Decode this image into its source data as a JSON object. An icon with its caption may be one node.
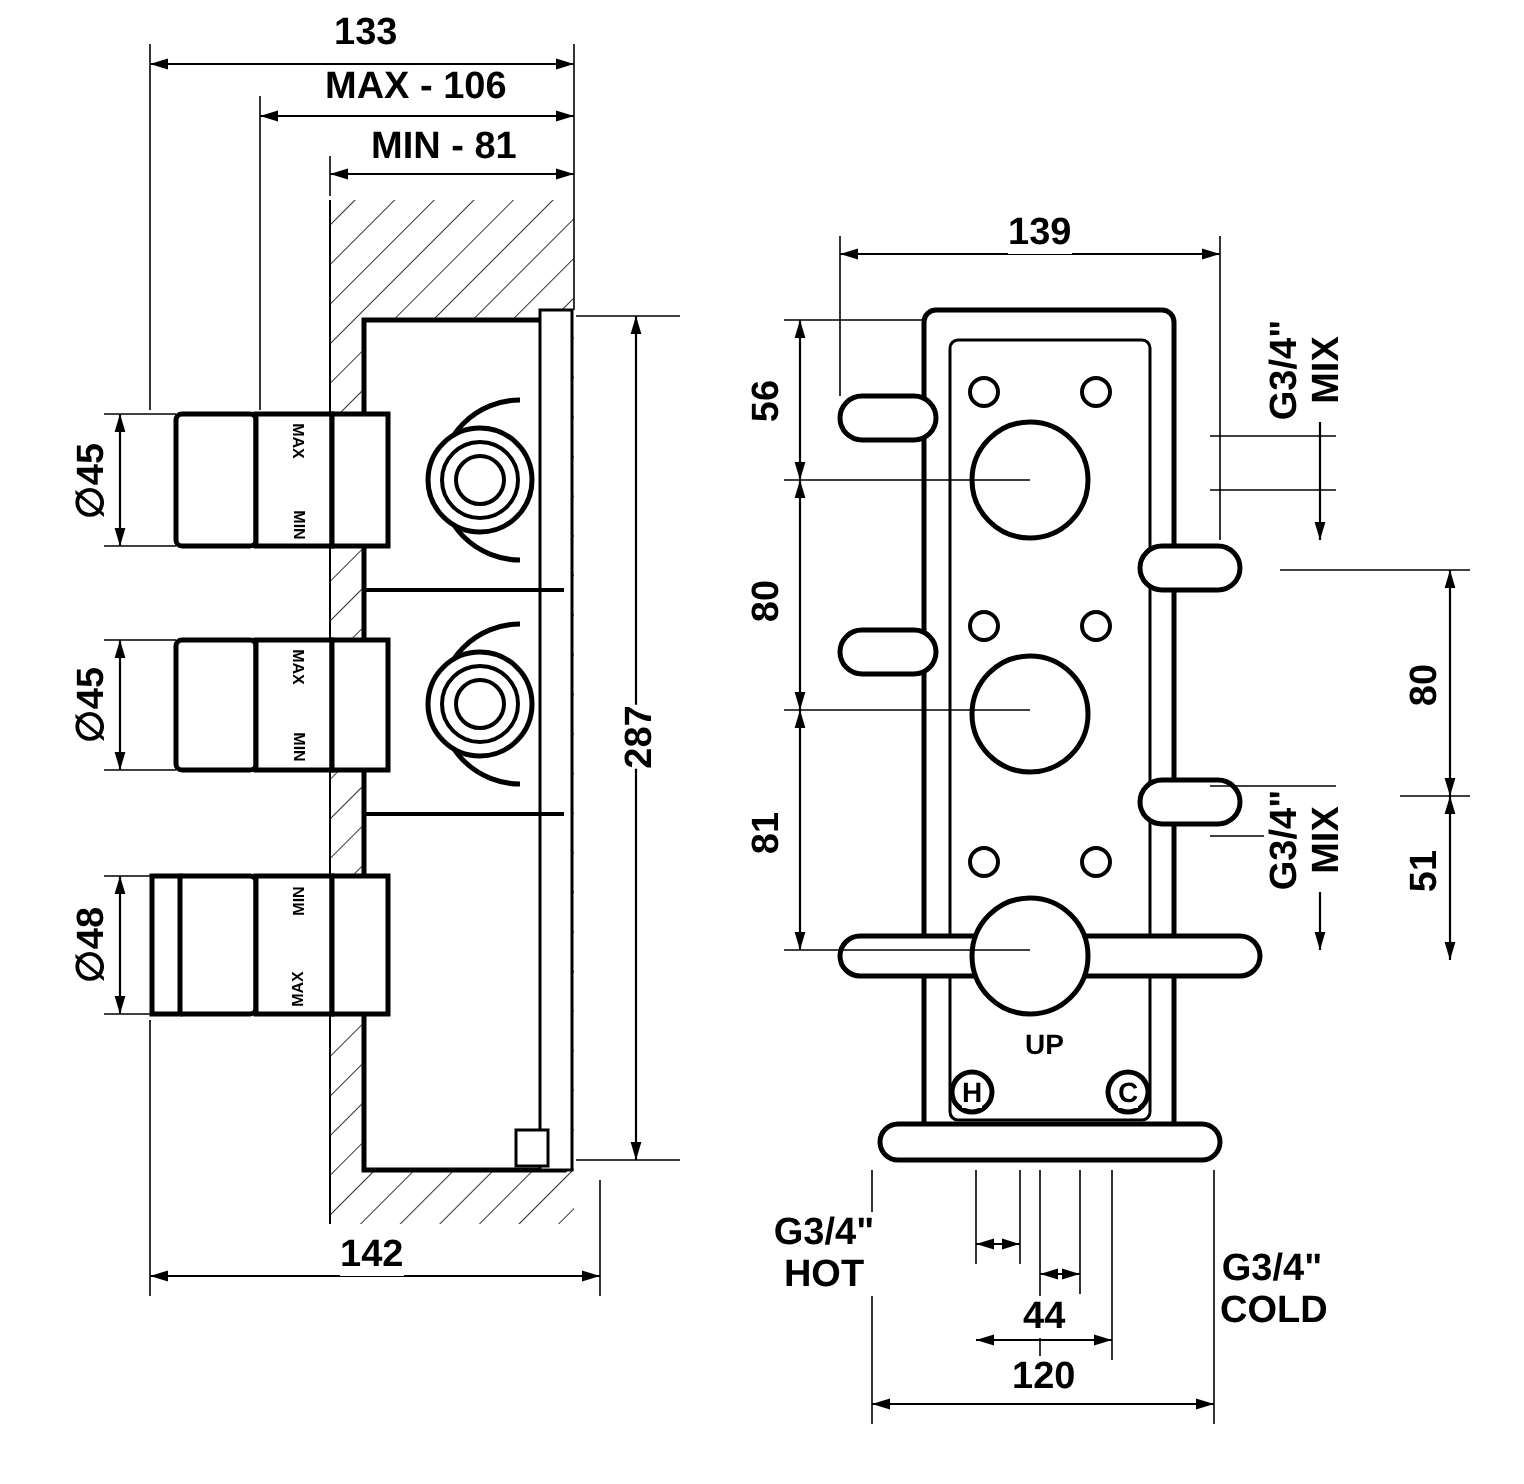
{
  "diagram": {
    "labels": [
      "133",
      "MAX - 106",
      "MIN - 81",
      "139",
      "56",
      "G3/4\" MIX",
      "∅45",
      "MAX",
      "MIN",
      "∅45",
      "MAX",
      "MIN",
      "80",
      "80",
      "287",
      "G3/4\" MIX",
      "81",
      "51",
      "∅48",
      "MIN",
      "MAX",
      "UP",
      "H",
      "C",
      "142",
      "G3/4\" HOT",
      "G3/4\" COLD",
      "44",
      "120"
    ]
  }
}
